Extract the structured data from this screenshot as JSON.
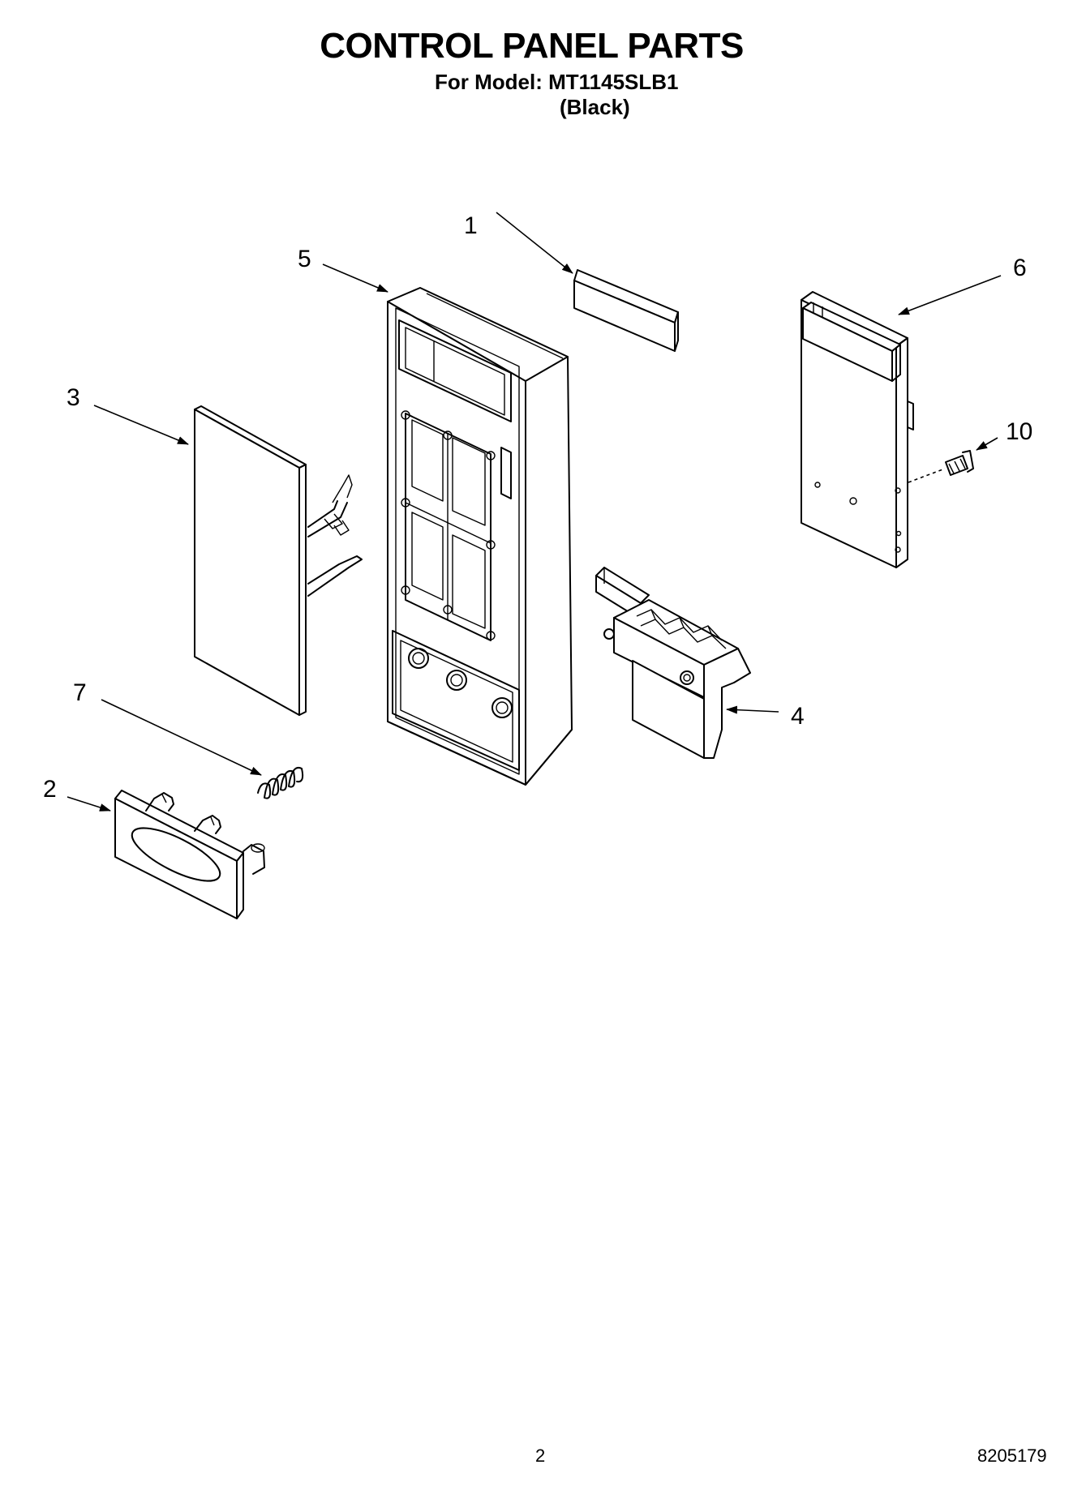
{
  "header": {
    "title": "CONTROL PANEL PARTS",
    "model_line": "For Model: MT1145SLB1",
    "color_line": "(Black)"
  },
  "footer": {
    "page_number": "2",
    "document_number": "8205179"
  },
  "callouts": [
    {
      "id": "callout-1",
      "label": "1"
    },
    {
      "id": "callout-2",
      "label": "2"
    },
    {
      "id": "callout-3",
      "label": "3"
    },
    {
      "id": "callout-4",
      "label": "4"
    },
    {
      "id": "callout-5",
      "label": "5"
    },
    {
      "id": "callout-6",
      "label": "6"
    },
    {
      "id": "callout-7",
      "label": "7"
    },
    {
      "id": "callout-10",
      "label": "10"
    }
  ]
}
